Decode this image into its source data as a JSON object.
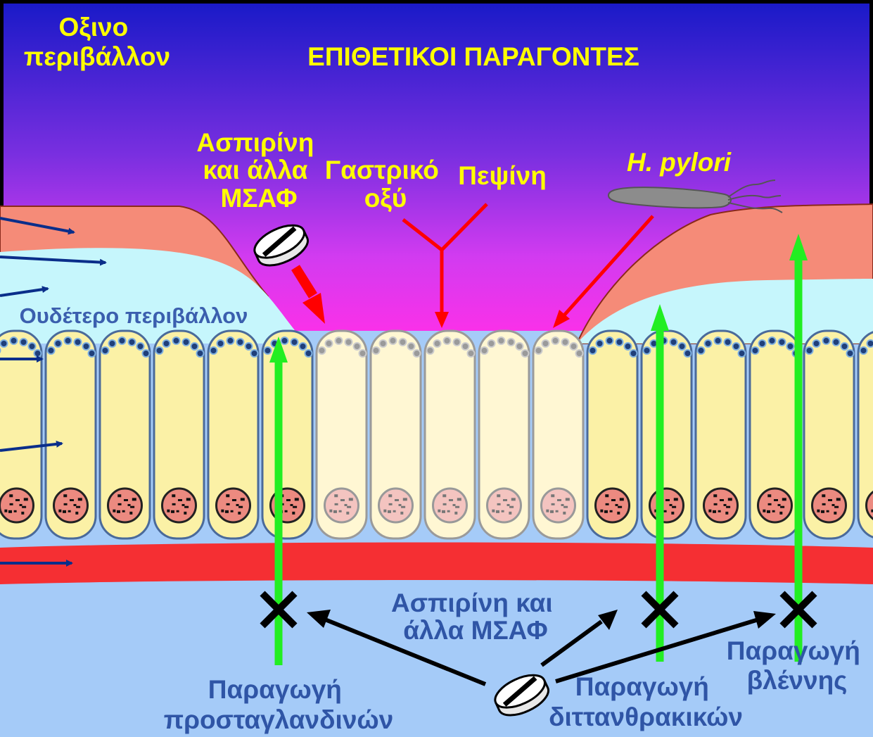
{
  "labels": {
    "acidic_env": [
      "Οξινο",
      "περιβάλλον"
    ],
    "title": "ΕΠΙΘΕΤΙΚΟΙ ΠΑΡΑΓΟΝΤΕΣ",
    "aspirin_top": [
      "Ασπιρίνη",
      "και άλλα",
      "ΜΣΑΦ"
    ],
    "gastric_acid": [
      "Γαστρικό",
      "οξύ"
    ],
    "pepsin": "Πεψίνη",
    "h_pylori": "H. pylori",
    "neutral_env": "Ουδέτερο περιβάλλον",
    "aspirin_bottom": [
      "Ασπιρίνη και",
      "άλλα ΜΣΑΦ"
    ],
    "prostaglandin_production": [
      "Παραγωγή",
      "προσταγλανδινών"
    ],
    "bicarbonate_production": [
      "Παραγωγή",
      "διττανθρακικών"
    ],
    "mucus_production": [
      "Παραγωγή",
      "βλέννης"
    ]
  },
  "colors": {
    "aggressive_arrow": "#FF0000",
    "protective_arrow": "#22EE22",
    "inhibition_mark": "#000000",
    "label_yellow": "#FFFF00",
    "label_blue": "#2F55A6",
    "mucus_layer": "#F58B78",
    "neutral_layer": "#C6F6FC",
    "epithelial_cell": "#FBF1A6",
    "damaged_cell": "#FFF7D3",
    "blood_vessel": "#F52F33",
    "submucosa": "#A5CBF8"
  },
  "icons": [
    "pill-icon",
    "bacterium-icon",
    "inhibition-x-icon"
  ]
}
